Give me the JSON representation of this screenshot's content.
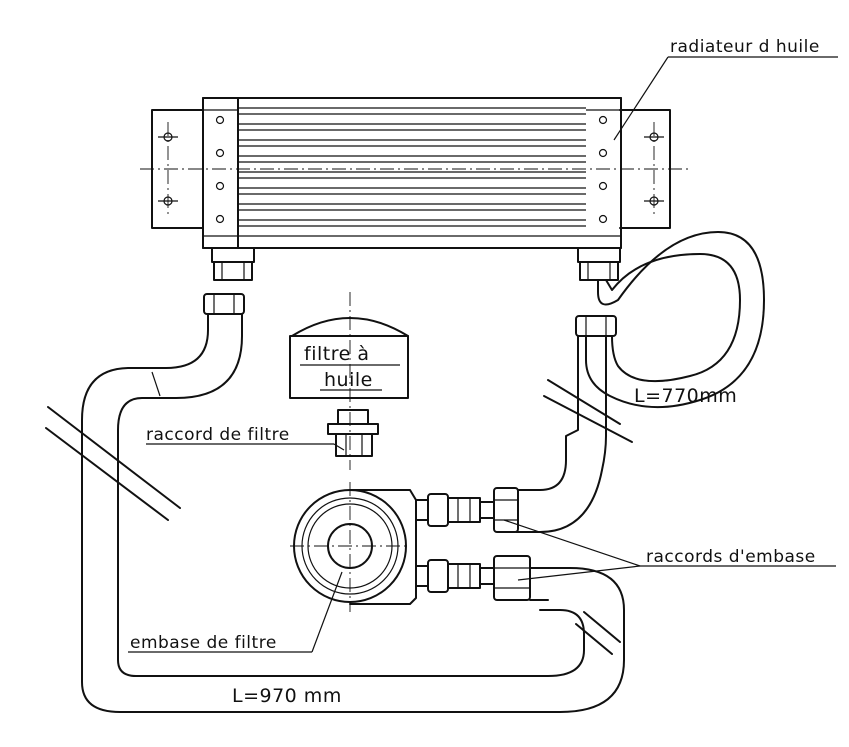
{
  "labels": {
    "oil_cooler": "radiateur d huile",
    "oil_filter_line1": "filtre à",
    "oil_filter_line2": "huile",
    "filter_fitting": "raccord de filtre",
    "base_fittings": "raccords d'embase",
    "filter_base": "embase de filtre",
    "hose_short_length": "L=770mm",
    "hose_long_length": "L=970 mm"
  },
  "colors": {
    "ink": "#111111",
    "paper": "#ffffff"
  }
}
